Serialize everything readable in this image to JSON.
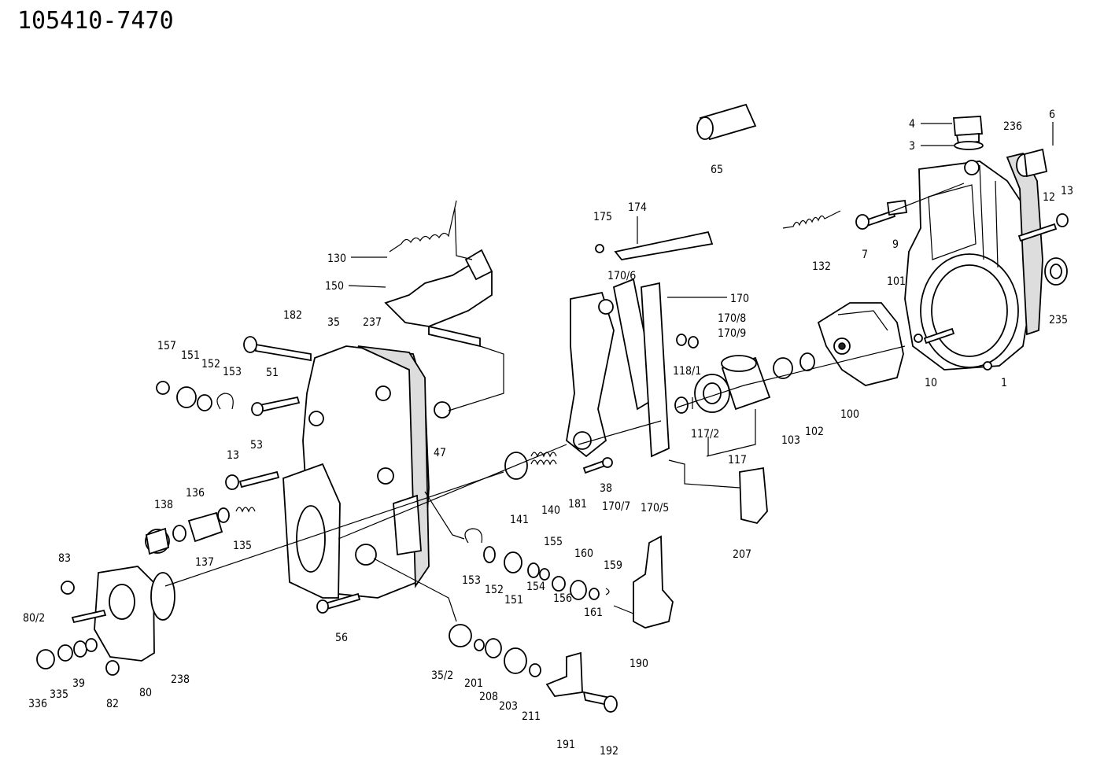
{
  "drawing_number": "105410-7470",
  "parts": [
    {
      "id": "p4",
      "label": "4"
    },
    {
      "id": "p3",
      "label": "3"
    },
    {
      "id": "p236",
      "label": "236"
    },
    {
      "id": "p6",
      "label": "6"
    },
    {
      "id": "p65",
      "label": "65"
    },
    {
      "id": "p12",
      "label": "12"
    },
    {
      "id": "p13a",
      "label": "13"
    },
    {
      "id": "p175",
      "label": "175"
    },
    {
      "id": "p174",
      "label": "174"
    },
    {
      "id": "p132",
      "label": "132"
    },
    {
      "id": "p7",
      "label": "7"
    },
    {
      "id": "p9",
      "label": "9"
    },
    {
      "id": "p130",
      "label": "130"
    },
    {
      "id": "p150",
      "label": "150"
    },
    {
      "id": "p170_6",
      "label": "170/6"
    },
    {
      "id": "p170",
      "label": "170"
    },
    {
      "id": "p101",
      "label": "101"
    },
    {
      "id": "p235",
      "label": "235"
    },
    {
      "id": "p182",
      "label": "182"
    },
    {
      "id": "p35",
      "label": "35"
    },
    {
      "id": "p237",
      "label": "237"
    },
    {
      "id": "p170_8",
      "label": "170/8"
    },
    {
      "id": "p170_9",
      "label": "170/9"
    },
    {
      "id": "p157",
      "label": "157"
    },
    {
      "id": "p151a",
      "label": "151"
    },
    {
      "id": "p152a",
      "label": "152"
    },
    {
      "id": "p153a",
      "label": "153"
    },
    {
      "id": "p51",
      "label": "51"
    },
    {
      "id": "p118_1",
      "label": "118/1"
    },
    {
      "id": "p10",
      "label": "10"
    },
    {
      "id": "p1",
      "label": "1"
    },
    {
      "id": "p100",
      "label": "100"
    },
    {
      "id": "p102",
      "label": "102"
    },
    {
      "id": "p103",
      "label": "103"
    },
    {
      "id": "p117_2",
      "label": "117/2"
    },
    {
      "id": "p47",
      "label": "47"
    },
    {
      "id": "p117",
      "label": "117"
    },
    {
      "id": "p13b",
      "label": "13"
    },
    {
      "id": "p53",
      "label": "53"
    },
    {
      "id": "p38",
      "label": "38"
    },
    {
      "id": "p170_7",
      "label": "170/7"
    },
    {
      "id": "p170_5",
      "label": "170/5"
    },
    {
      "id": "p138",
      "label": "138"
    },
    {
      "id": "p136",
      "label": "136"
    },
    {
      "id": "p141",
      "label": "141"
    },
    {
      "id": "p140",
      "label": "140"
    },
    {
      "id": "p181",
      "label": "181"
    },
    {
      "id": "p135",
      "label": "135"
    },
    {
      "id": "p137",
      "label": "137"
    },
    {
      "id": "p207",
      "label": "207"
    },
    {
      "id": "p155",
      "label": "155"
    },
    {
      "id": "p160",
      "label": "160"
    },
    {
      "id": "p159",
      "label": "159"
    },
    {
      "id": "p83",
      "label": "83"
    },
    {
      "id": "p153b",
      "label": "153"
    },
    {
      "id": "p152b",
      "label": "152"
    },
    {
      "id": "p151b",
      "label": "151"
    },
    {
      "id": "p154",
      "label": "154"
    },
    {
      "id": "p156",
      "label": "156"
    },
    {
      "id": "p161",
      "label": "161"
    },
    {
      "id": "p80_2",
      "label": "80/2"
    },
    {
      "id": "p56",
      "label": "56"
    },
    {
      "id": "p190",
      "label": "190"
    },
    {
      "id": "p238",
      "label": "238"
    },
    {
      "id": "p35_2",
      "label": "35/2"
    },
    {
      "id": "p201",
      "label": "201"
    },
    {
      "id": "p208",
      "label": "208"
    },
    {
      "id": "p203",
      "label": "203"
    },
    {
      "id": "p211",
      "label": "211"
    },
    {
      "id": "p39",
      "label": "39"
    },
    {
      "id": "p335",
      "label": "335"
    },
    {
      "id": "p80",
      "label": "80"
    },
    {
      "id": "p82",
      "label": "82"
    },
    {
      "id": "p336",
      "label": "336"
    },
    {
      "id": "p191",
      "label": "191"
    },
    {
      "id": "p192",
      "label": "192"
    }
  ]
}
